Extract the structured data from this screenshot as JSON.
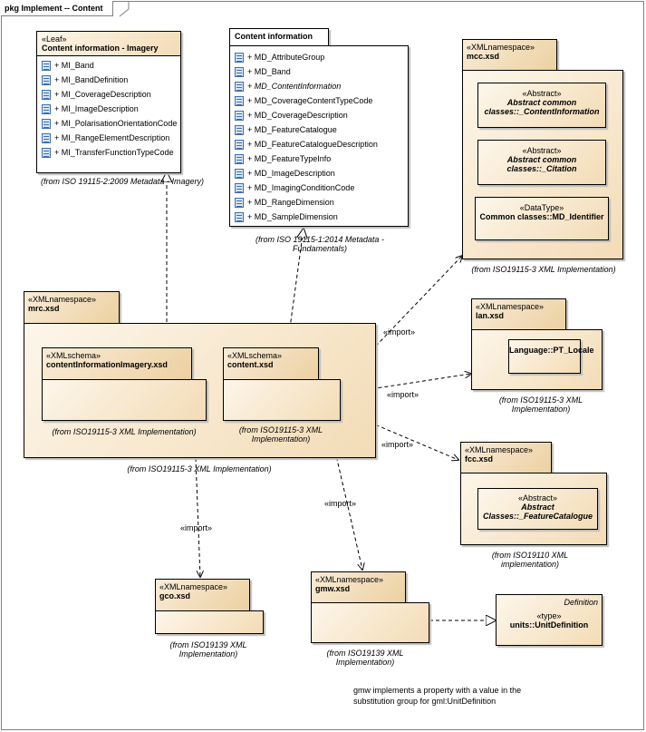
{
  "frame_title": "pkg Implement -- Content",
  "leaf_class": {
    "stereotype": "«Leaf»",
    "name": "Content information - Imagery",
    "attributes": [
      "+ MI_Band",
      "+ MI_BandDefinition",
      "+ MI_CoverageDescription",
      "+ MI_ImageDescription",
      "+ MI_PolarisationOrientationCode",
      "+ MI_RangeElementDescription",
      "+ MI_TransferFunctionTypeCode"
    ],
    "from": "(from ISO 19115-2:2009 Metadata - Imagery)"
  },
  "content_class": {
    "name": "Content information",
    "attributes": [
      "+ MD_AttributeGroup",
      "+ MD_Band",
      "+ MD_ContentInformation",
      "+ MD_CoverageContentTypeCode",
      "+ MD_CoverageDescription",
      "+ MD_FeatureCatalogue",
      "+ MD_FeatureCatalogueDescription",
      "+ MD_FeatureTypeInfo",
      "+ MD_ImageDescription",
      "+ MD_ImagingConditionCode",
      "+ MD_RangeDimension",
      "+ MD_SampleDimension"
    ],
    "italic_index": 2,
    "from": "(from ISO 19115-1:2014 Metadata - Fundamentals)"
  },
  "mcc": {
    "stereotype": "«XMLnamespace»",
    "name": "mcc.xsd",
    "items": [
      {
        "stereotype": "«Abstract»",
        "name": "Abstract common classes::_ContentInformation"
      },
      {
        "stereotype": "«Abstract»",
        "name": "Abstract common classes::_Citation"
      },
      {
        "stereotype": "«DataType»",
        "name": "Common classes::MD_Identifier"
      }
    ],
    "from": "(from ISO19115-3 XML Implementation)"
  },
  "mrc": {
    "stereotype": "«XMLnamespace»",
    "name": "mrc.xsd",
    "schema1": {
      "stereotype": "«XMLschema»",
      "name": "contentInformationImagery.xsd",
      "from": "(from ISO19115-3 XML Implementation)"
    },
    "schema2": {
      "stereotype": "«XMLschema»",
      "name": "content.xsd",
      "from": "(from ISO19115-3 XML Implementation)"
    },
    "from": "(from ISO19115-3 XML Implementation)"
  },
  "lan": {
    "stereotype": "«XMLnamespace»",
    "name": "lan.xsd",
    "item": "Language::PT_Locale",
    "from": "(from ISO19115-3 XML Implementation)"
  },
  "fcc": {
    "stereotype": "«XMLnamespace»",
    "name": "fcc.xsd",
    "item_stereotype": "«Abstract»",
    "item": "Abstract Classes::_FeatureCatalogue",
    "from": "(from ISO19110 XML implementation)"
  },
  "gco": {
    "stereotype": "«XMLnamespace»",
    "name": "gco.xsd",
    "from": "(from ISO19139 XML Implementation)"
  },
  "gmw": {
    "stereotype": "«XMLnamespace»",
    "name": "gmw.xsd",
    "from": "(from ISO19139 XML Implementation)"
  },
  "definition": {
    "title": "Definition",
    "stereotype": "«type»",
    "name": "units::UnitDefinition"
  },
  "import_label": "«import»",
  "note": "gmw implements a property with a value in the substitution group for gml:UnitDefinition"
}
